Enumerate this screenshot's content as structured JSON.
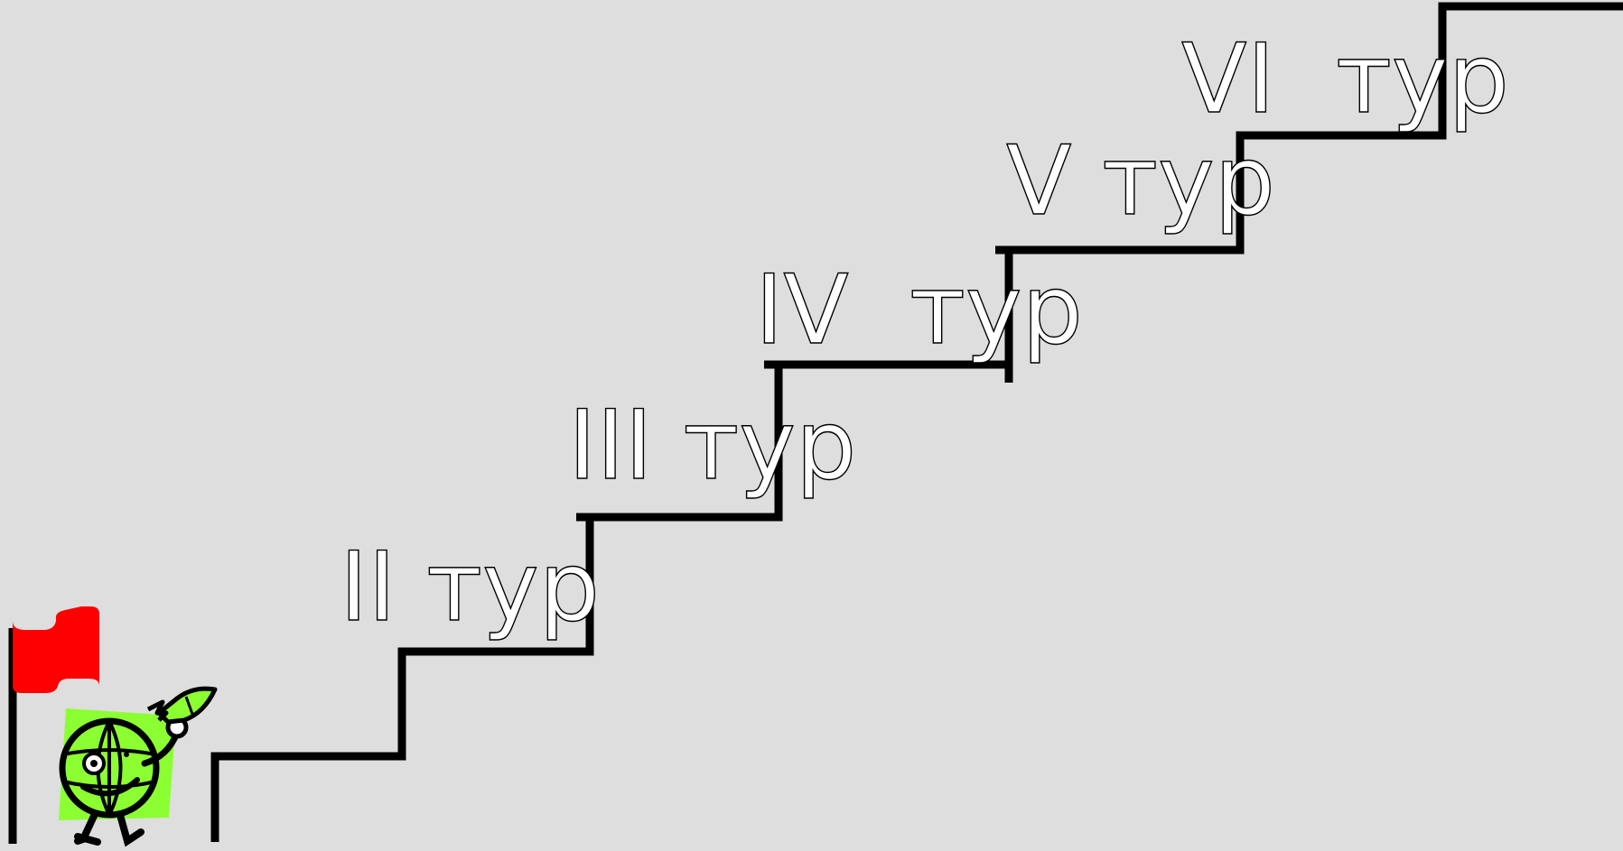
{
  "steps": [
    {
      "label": "II тур"
    },
    {
      "label": "III тур"
    },
    {
      "label": "IV  тур"
    },
    {
      "label": "V тур"
    },
    {
      "label": "VI  тур"
    }
  ],
  "colors": {
    "background": "#dedede",
    "stair_line": "#000000",
    "flag": "#ff0000",
    "mascot_fill": "#8cff32",
    "mascot_card": "#8cff32",
    "label_fill": "#ffffff",
    "label_stroke": "#000000"
  },
  "icons": [
    "start-flag-icon",
    "globe-mascot-icon",
    "pencil-icon"
  ]
}
